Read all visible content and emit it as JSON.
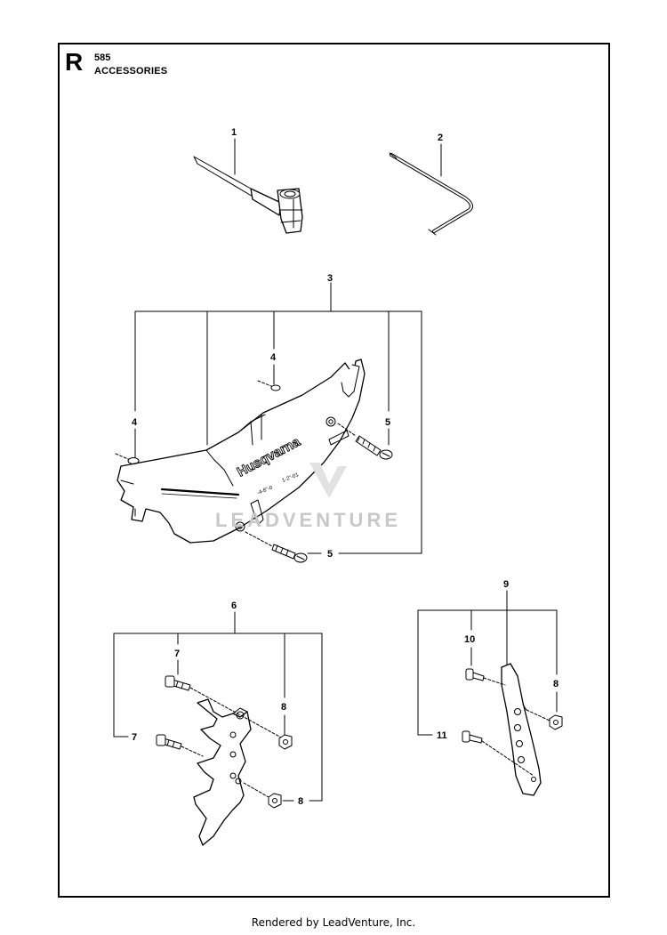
{
  "header": {
    "section_letter": "R",
    "section_number": "585",
    "section_title": "ACCESSORIES"
  },
  "callouts": {
    "c1": "1",
    "c2": "2",
    "c3": "3",
    "c4a": "4",
    "c4b": "4",
    "c5a": "5",
    "c5b": "5",
    "c6": "6",
    "c7a": "7",
    "c7b": "7",
    "c8a": "8",
    "c8b": "8",
    "c8c": "8",
    "c9": "9",
    "c10": "10",
    "c11": "11"
  },
  "guard_labels": {
    "brand": "Husqvarna",
    "marking_1": "-4-8\"-0",
    "marking_2": "1-2\"-01"
  },
  "watermark": "LEADVENTURE",
  "footer": "Rendered by LeadVenture, Inc.",
  "colors": {
    "ink": "#000000",
    "watermark": "#c8c8c8"
  }
}
